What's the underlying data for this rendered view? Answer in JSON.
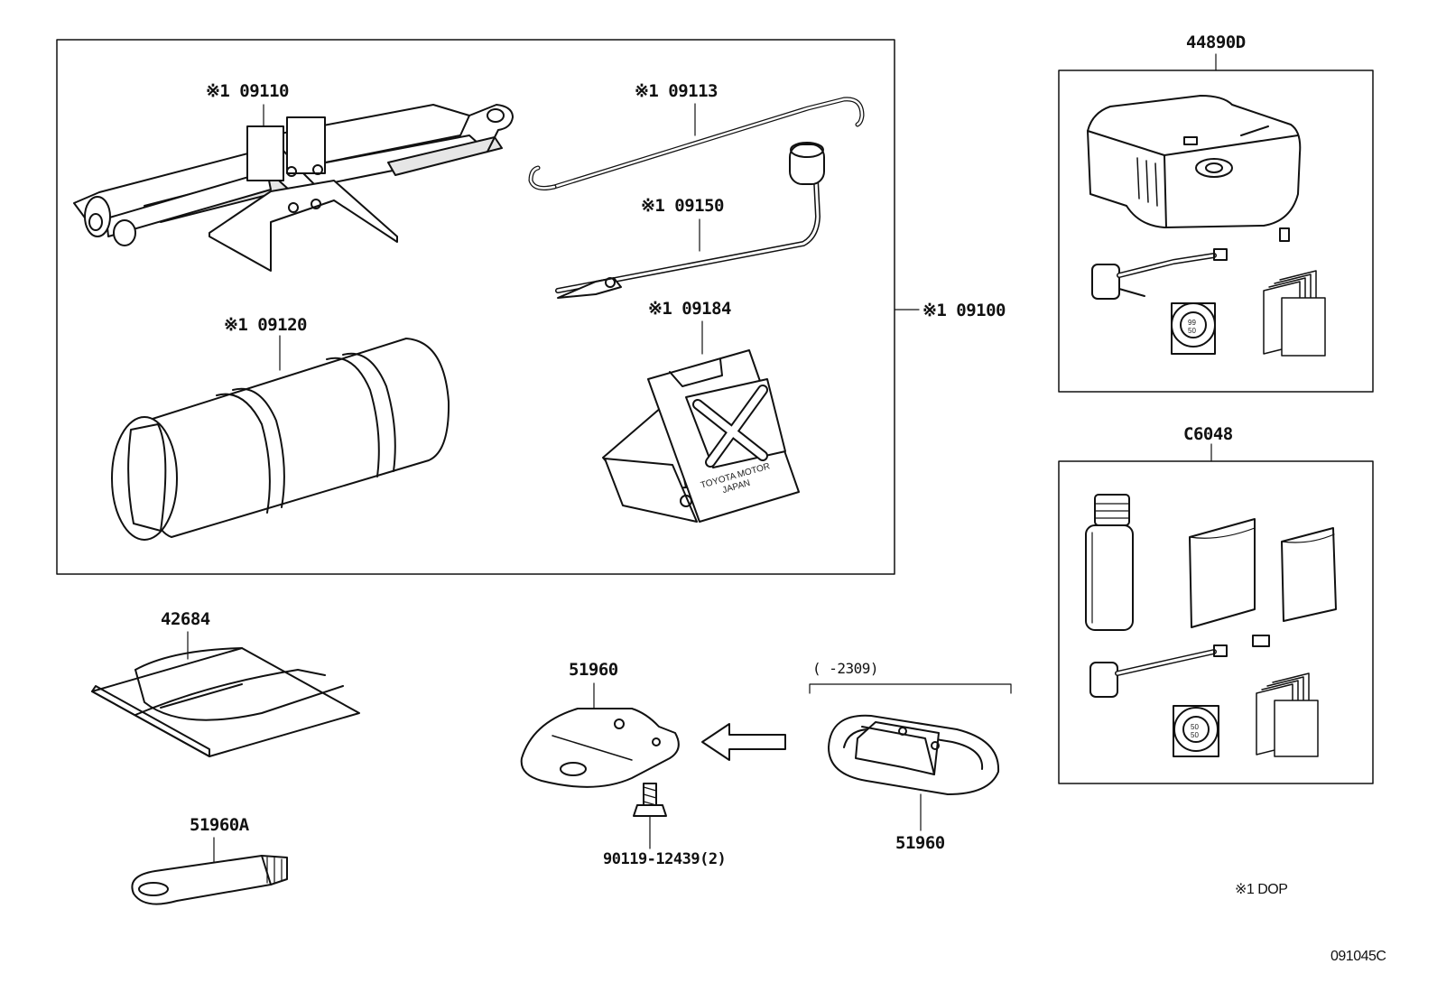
{
  "diagram": {
    "jack_kit": {
      "group_label": "※1 09100",
      "jack_label": "※1 09110",
      "bag_label": "※1 09120",
      "handle_label": "※1 09113",
      "wrench_label": "※1 09150",
      "chock_label": "※1 09184",
      "chock_stamp_line1": "TOYOTA MOTOR",
      "chock_stamp_line2": "JAPAN"
    },
    "compressor_kit": {
      "label": "44890D",
      "gauge_line1": "99",
      "gauge_line2": "50"
    },
    "repair_kit": {
      "label": "C6048",
      "gauge_line1": "50",
      "gauge_line2": "50"
    },
    "tool_bag_label": "42684",
    "towing_eye_label": "51960A",
    "bracket_label": "51960",
    "bolt_label": "90119-12439(2)",
    "range_label": "(       -2309)",
    "holder_label": "51960",
    "footnote": "※1 DOP",
    "figure_id": "091045C"
  },
  "colors": {
    "line": "#111111",
    "shade": "#e6e6e6",
    "paper": "#ffffff"
  },
  "icons": [
    "jack-icon",
    "tool-bag-icon",
    "jack-handle-icon",
    "lug-wrench-icon",
    "wheel-chock-icon",
    "compressor-icon",
    "sealant-bottle-icon",
    "towing-eye-icon",
    "bolt-icon",
    "direction-arrow-icon"
  ]
}
